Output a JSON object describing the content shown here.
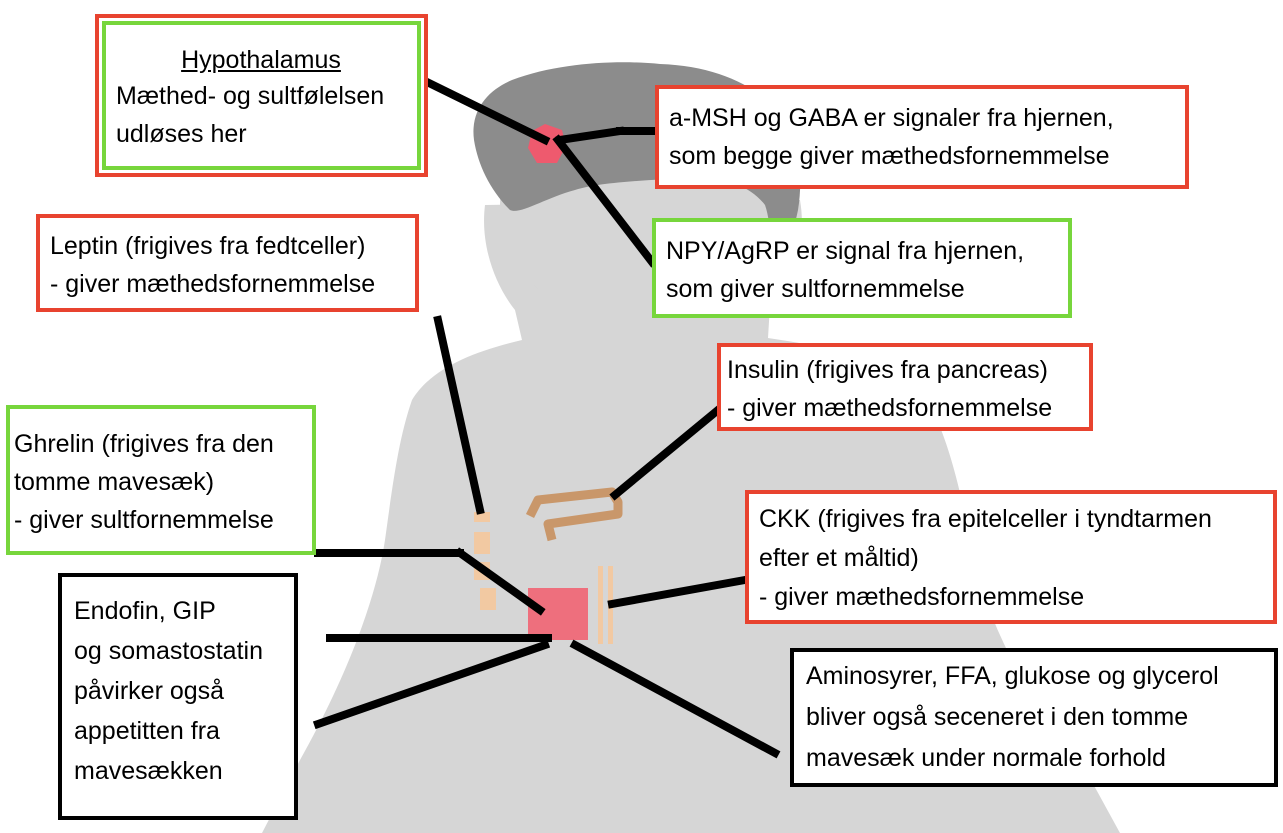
{
  "colors": {
    "body": "#d6d6d6",
    "hair": "#8c8c8c",
    "brain_spot": "#ee5a6e",
    "stomach": "#ee6f7d",
    "pancreas": "#c9976a",
    "fat_strips": "#f2c9a2",
    "red_border": "#e8432f",
    "green_border": "#77d63c",
    "black_border": "#000000"
  },
  "labels": {
    "hypothalamus": {
      "title": "Hypothalamus",
      "line1": "Mæthed- og sultfølelsen",
      "line2": "udløses her"
    },
    "amsh": {
      "line1": "a-MSH og GABA er signaler fra hjernen,",
      "line2": "som begge giver mæthedsfornemmelse"
    },
    "npy": {
      "line1": "NPY/AgRP er signal fra hjernen,",
      "line2": "som giver sultfornemmelse"
    },
    "leptin": {
      "line1": "Leptin (frigives fra fedtceller)",
      "line2": "- giver mæthedsfornemmelse"
    },
    "insulin": {
      "line1": "Insulin (frigives fra pancreas)",
      "line2": "- giver mæthedsfornemmelse"
    },
    "ghrelin": {
      "line1": "Ghrelin (frigives fra den",
      "line2": "tomme mavesæk)",
      "line3": "- giver sultfornemmelse"
    },
    "ckk": {
      "line1": "CKK (frigives fra epitelceller i tyndtarmen",
      "line2": "efter et måltid)",
      "line3": "- giver mæthedsfornemmelse"
    },
    "endofin": {
      "line1": "Endofin, GIP",
      "line2": "og somastostatin",
      "line3": "påvirker også",
      "line4": "appetitten fra",
      "line5": "mavesækken"
    },
    "aminosyrer": {
      "line1": "Aminosyrer, FFA, glukose og glycerol",
      "line2": "bliver også seceneret i den tomme",
      "line3": "mavesæk under normale forhold"
    }
  }
}
